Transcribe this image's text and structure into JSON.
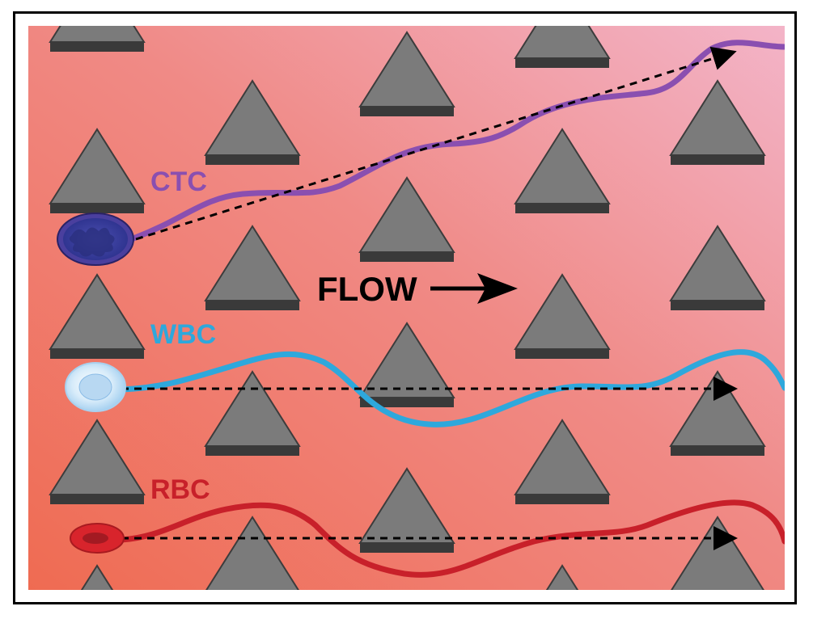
{
  "labels": {
    "ctc": "CTC",
    "wbc": "WBC",
    "rbc": "RBC",
    "flow": "FLOW"
  },
  "colors": {
    "background_start": "#ef6e57",
    "background_end": "#f3b2c6",
    "post_fill": "#7a7a7a",
    "post_base": "#3a3a3a",
    "ctc": "#8a4fb0",
    "wbc": "#2ea8dc",
    "rbc": "#c8202a",
    "flow": "#000000"
  },
  "icons": {
    "ctc": "ctc-cell-icon",
    "wbc": "wbc-cell-icon",
    "rbc": "rbc-cell-icon",
    "flow_arrow": "right-arrow-icon",
    "post": "triangular-post-icon"
  }
}
